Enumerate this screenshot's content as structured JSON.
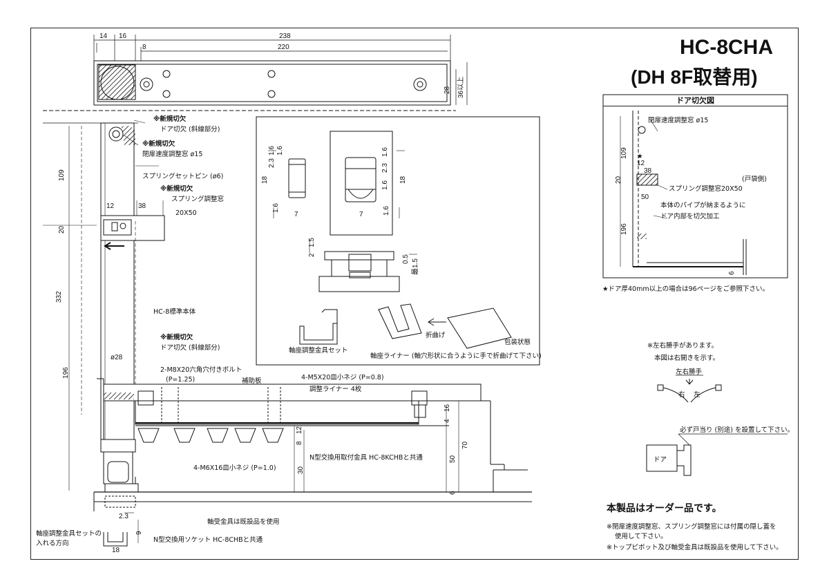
{
  "title": {
    "model": "HC-8CHA",
    "subtitle": "(DH 8F取替用)"
  },
  "top_view": {
    "dims": [
      "14",
      "16",
      "238",
      "8",
      "220",
      "28",
      "36以上"
    ]
  },
  "side_view": {
    "dims": [
      "109",
      "12",
      "38",
      "20",
      "332",
      "196",
      "ø28",
      "70",
      "50",
      "30",
      "8",
      "12",
      "4",
      "16",
      "6",
      "2.3",
      "9",
      "18"
    ],
    "labels": {
      "new_cut1": "※新規切欠",
      "door_cut1": "ドア切欠 (斜線部分)",
      "new_cut2": "※新規切欠",
      "speed_window": "閉扉速度調整窓 ø15",
      "spring_pin": "スプリングセットピン (ø6)",
      "new_cut3": "※新規切欠",
      "spring_window": "スプリング調整窓",
      "spring_window_size": "20X50",
      "body": "HC-8標準本体",
      "new_cut4": "※新規切欠",
      "door_cut2": "ドア切欠 (斜線部分)",
      "bolt": "2-M8X20六角穴付きボルト",
      "bolt_pitch": "(P=1.25)",
      "plate": "補助板",
      "screw_m5": "4-M5X20皿小ネジ (P=0.8)",
      "liner": "調整ライナー 4枚",
      "screw_m6": "4-M6X16皿小ネジ (P=1.0)",
      "bracket": "N型交換用取付金具 HC-8KCHBと共通",
      "bearing": "軸受金具は既設品を使用",
      "socket": "N型交換用ソケット HC-8CHBと共通",
      "adjust_dir1": "軸座調整金具セットの",
      "adjust_dir2": "入れる方向"
    }
  },
  "detail_view": {
    "dims": [
      "1.6",
      "2.3",
      "1.6",
      "18",
      "1.6",
      "7",
      "1.6",
      "2.3",
      "1.6",
      "18",
      "1.6",
      "7",
      "1.5",
      "2",
      "0.5",
      "最1.5"
    ],
    "labels": {
      "adjust_set": "軸座調整金具セット",
      "bend": "折曲げ",
      "package": "包装状態",
      "liner_note": "軸座ライナー (軸穴形状に合うように手で折曲げて下さい)"
    }
  },
  "cutout_view": {
    "header": "ドア切欠図",
    "dims": [
      "109",
      "12",
      "38",
      "20",
      "50",
      "196",
      "6"
    ],
    "star": "★",
    "labels": {
      "speed_window": "閉扉速度調整窓 ø15",
      "pocket": "(戸袋側)",
      "spring_window": "スプリング調整窓20X50",
      "pipe1": "本体のパイプが納まるように",
      "pipe2": "ドア内部を切欠加工"
    },
    "footnote": "★ドア厚40mm以上の場合は96ページをご参照下さい。"
  },
  "hand_note": {
    "line1": "※左右勝手があります。",
    "line2": "本図は右開きを示す。",
    "hand_label": "左右勝手",
    "right": "右",
    "left": "左"
  },
  "stop_note": {
    "text": "必ず戸当り (別途) を設置して下さい。",
    "door": "ドア"
  },
  "footer": {
    "order": "本製品はオーダー品です。",
    "note1": "※閉扉速度調整窓、スプリング調整窓には付属の隠し蓋を",
    "note2": "使用して下さい。",
    "note3": "※トップピボット及び軸受金具は既設品を使用して下さい。"
  }
}
